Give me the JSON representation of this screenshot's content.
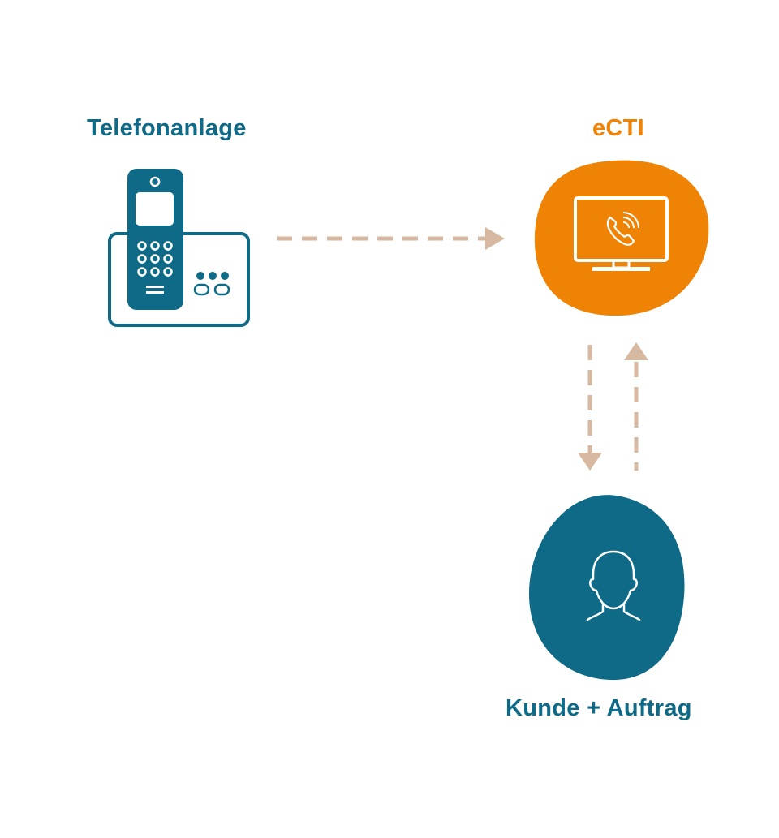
{
  "nodes": {
    "telefonanlage": {
      "label": "Telefonanlage",
      "icon": "desk-phone-icon"
    },
    "ecti": {
      "label": "eCTI",
      "icon": "monitor-phone-icon"
    },
    "kunde": {
      "label": "Kunde + Auftrag",
      "icon": "person-head-icon"
    }
  },
  "connections": [
    {
      "from": "telefonanlage",
      "to": "ecti",
      "style": "dashed-arrow"
    },
    {
      "from": "ecti",
      "to": "kunde",
      "style": "dashed-arrow"
    },
    {
      "from": "kunde",
      "to": "ecti",
      "style": "dashed-arrow"
    }
  ],
  "colors": {
    "teal": "#0e6a87",
    "orange": "#ee8306",
    "arrow": "#d6b9a0",
    "background": "#ffffff"
  }
}
